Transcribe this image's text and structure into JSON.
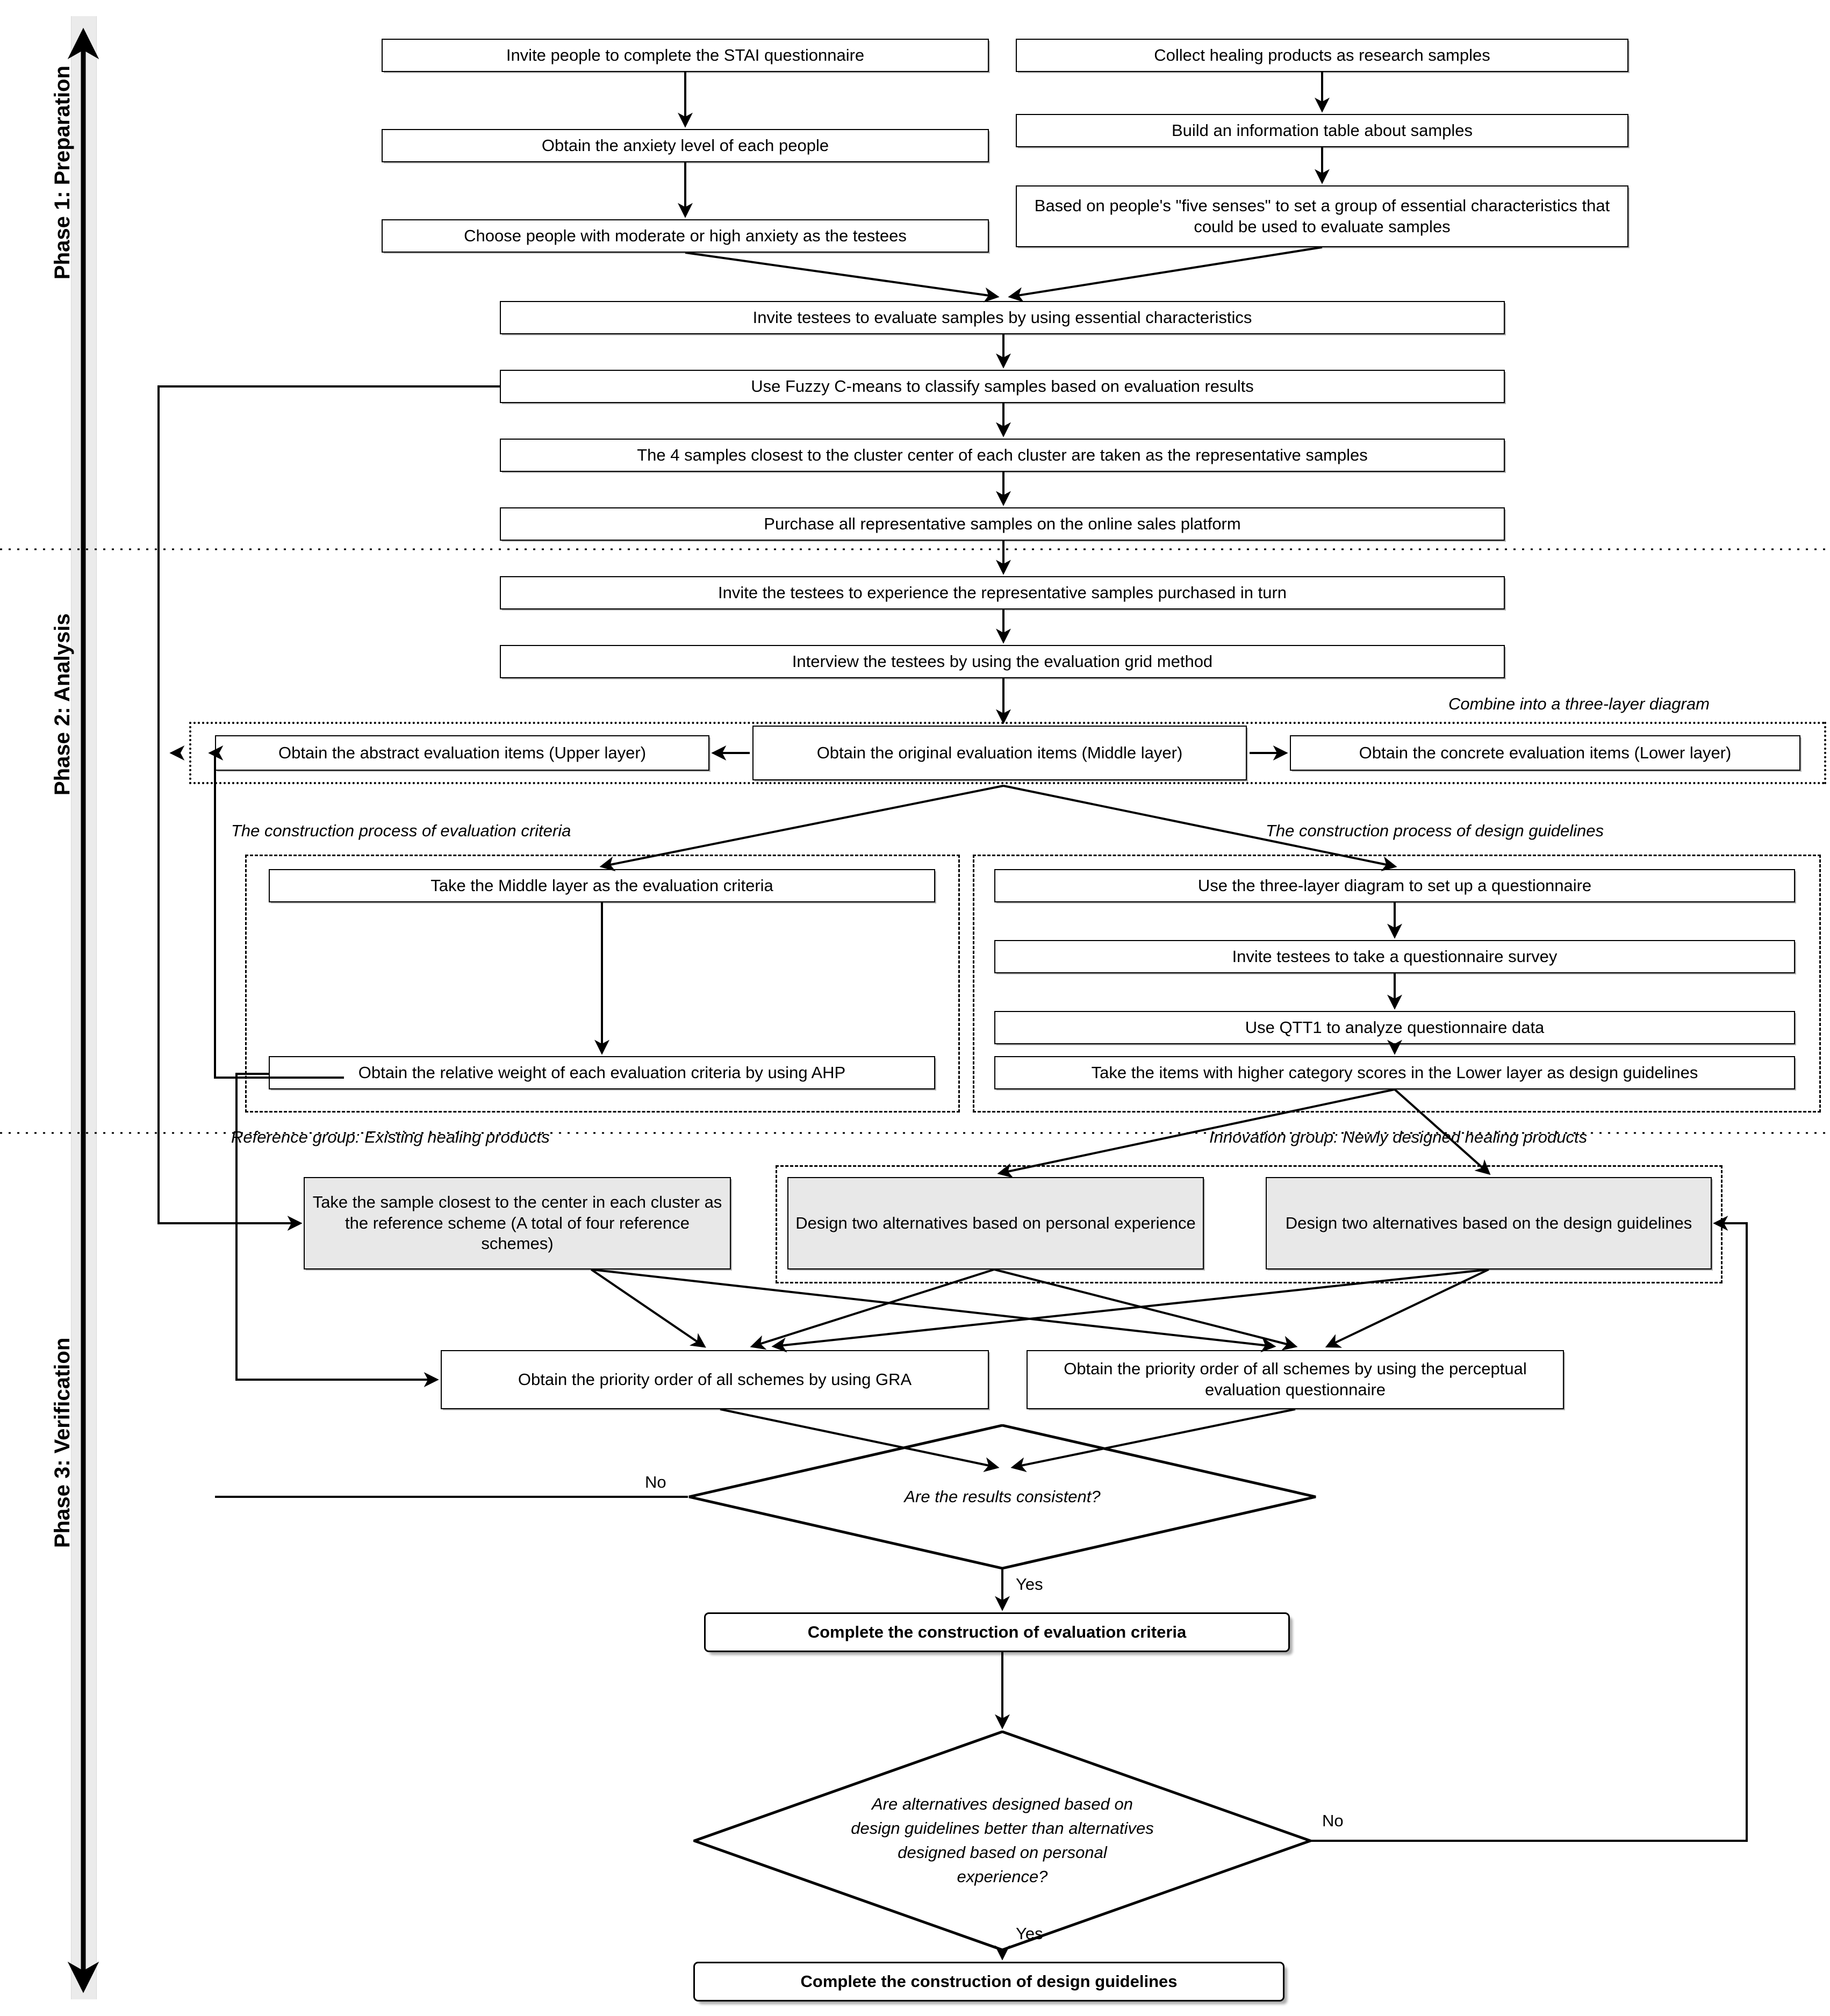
{
  "diagram": {
    "title": "Research framework flowchart",
    "phases": [
      {
        "id": "p1",
        "label": "Phase 1: Preparation"
      },
      {
        "id": "p2",
        "label": "Phase 2: Analysis"
      },
      {
        "id": "p3",
        "label": "Phase 3: Verification"
      }
    ],
    "captions": [
      {
        "id": "c1",
        "text": "Combine into a three-layer diagram"
      },
      {
        "id": "c2",
        "text": "The construction process of evaluation criteria"
      },
      {
        "id": "c3",
        "text": "The construction process of design guidelines"
      },
      {
        "id": "c4",
        "text": "Reference group: Existing healing products"
      },
      {
        "id": "c5",
        "text": "Innovation group: Newly designed healing products"
      }
    ],
    "nodes": [
      {
        "id": "n1",
        "text": "Invite people to complete the STAI questionnaire"
      },
      {
        "id": "n2",
        "text": "Obtain the anxiety level of each people"
      },
      {
        "id": "n3",
        "text": "Choose people with moderate or high anxiety as the testees"
      },
      {
        "id": "n4",
        "text": "Collect healing products as research samples"
      },
      {
        "id": "n5",
        "text": "Build an information table about samples"
      },
      {
        "id": "n6",
        "text": "Based on people's \"five senses\" to set a group of essential characteristics that could be used to evaluate samples"
      },
      {
        "id": "n7",
        "text": "Invite testees to evaluate samples by using essential characteristics"
      },
      {
        "id": "n8",
        "text": "Use Fuzzy C-means to classify samples based on evaluation results"
      },
      {
        "id": "n9",
        "text": "The 4 samples closest to the cluster center of each cluster are taken as the representative samples"
      },
      {
        "id": "n10",
        "text": "Purchase all representative samples on the online sales platform"
      },
      {
        "id": "n11",
        "text": "Invite the testees to experience the representative samples purchased in turn"
      },
      {
        "id": "n12",
        "text": "Interview the testees by using the evaluation grid method"
      },
      {
        "id": "n13",
        "text": "Obtain the abstract evaluation items (Upper layer)"
      },
      {
        "id": "n14",
        "text": "Obtain the original evaluation items (Middle layer)"
      },
      {
        "id": "n15",
        "text": "Obtain the concrete evaluation items (Lower layer)"
      },
      {
        "id": "n16",
        "text": "Take the Middle layer as the evaluation criteria"
      },
      {
        "id": "n17",
        "text": "Obtain the relative weight of each evaluation criteria by using AHP"
      },
      {
        "id": "n18",
        "text": "Use the three-layer diagram to set up a questionnaire"
      },
      {
        "id": "n19",
        "text": "Invite testees to take a questionnaire survey"
      },
      {
        "id": "n20",
        "text": "Use QTT1 to analyze questionnaire data"
      },
      {
        "id": "n21",
        "text": "Take the items with higher category scores in the Lower layer as design guidelines"
      },
      {
        "id": "n22",
        "text": "Take the sample closest to the center in each cluster as the reference scheme (A total of four reference schemes)"
      },
      {
        "id": "n23",
        "text": "Design two alternatives based on personal experience"
      },
      {
        "id": "n24",
        "text": "Design two alternatives based on the design guidelines"
      },
      {
        "id": "n25",
        "text": "Obtain the priority order of all schemes by using GRA"
      },
      {
        "id": "n26",
        "text": "Obtain the priority order of all schemes by using the perceptual evaluation questionnaire"
      },
      {
        "id": "n29",
        "text": "Complete the construction of evaluation criteria"
      },
      {
        "id": "n31",
        "text": "Complete the construction of design guidelines"
      }
    ],
    "decisions": [
      {
        "id": "d1",
        "text": "Are the results consistent?"
      },
      {
        "id": "d2",
        "text": "Are alternatives designed based on\ndesign guidelines better than alternatives\ndesigned based on personal\nexperience?"
      }
    ],
    "edge_labels": [
      {
        "id": "e1",
        "text": "No"
      },
      {
        "id": "e2",
        "text": "Yes"
      },
      {
        "id": "e3",
        "text": "No"
      },
      {
        "id": "e4",
        "text": "Yes"
      }
    ],
    "colors": {
      "line": "#000000",
      "node_fill": "#ffffff",
      "shaded_fill": "#e8e8e8",
      "rail_fill": "#ebebeb"
    }
  }
}
